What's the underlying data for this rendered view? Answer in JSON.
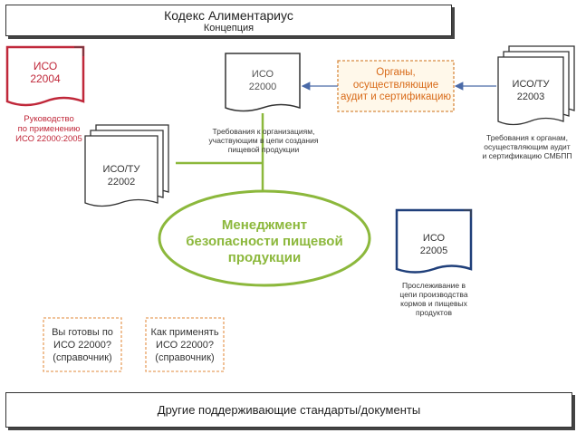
{
  "header": {
    "title": "Кодекс Алиментариус",
    "subtitle": "Концепция"
  },
  "footer": {
    "label": "Другие поддерживающие стандарты/документы"
  },
  "docs": {
    "iso22004": {
      "line1": "ИСО",
      "line2": "22004",
      "caption": [
        "Руководство",
        "по применению",
        "ИСО 22000:2005"
      ]
    },
    "iso22000": {
      "line1": "ИСО",
      "line2": "22000",
      "caption": [
        "Требования к организациям,",
        "участвующим в цепи создания",
        "пищевой продукции"
      ]
    },
    "iso22003": {
      "line1": "ИСО/ТУ",
      "line2": "22003",
      "caption": [
        "Требования к органам,",
        "осуществляющим аудит",
        "и сертификацию СМБПП"
      ]
    },
    "iso22002": {
      "line1": "ИСО/ТУ",
      "line2": "22002"
    },
    "iso22005": {
      "line1": "ИСО",
      "line2": "22005",
      "caption": [
        "Прослеживание в",
        "цепи производства",
        "кормов и пищевых",
        "продуктов"
      ]
    }
  },
  "bodies": {
    "lines": [
      "Органы,",
      "осуществляющие",
      "аудит и сертификацию"
    ]
  },
  "center": {
    "lines": [
      "Менеджмент",
      "безопасности пищевой",
      "продукции"
    ]
  },
  "handbooks": {
    "ready": [
      "Вы готовы по",
      "ИСО 22000?",
      "(справочник)"
    ],
    "apply": [
      "Как применять",
      "ИСО 22000?",
      "(справочник)"
    ]
  },
  "colors": {
    "red": "#c0283a",
    "navy": "#1f3f7a",
    "green": "#8cb83c",
    "orange": "#d86a18",
    "peach": "#e8a060",
    "arrow": "#4a6aa8"
  }
}
